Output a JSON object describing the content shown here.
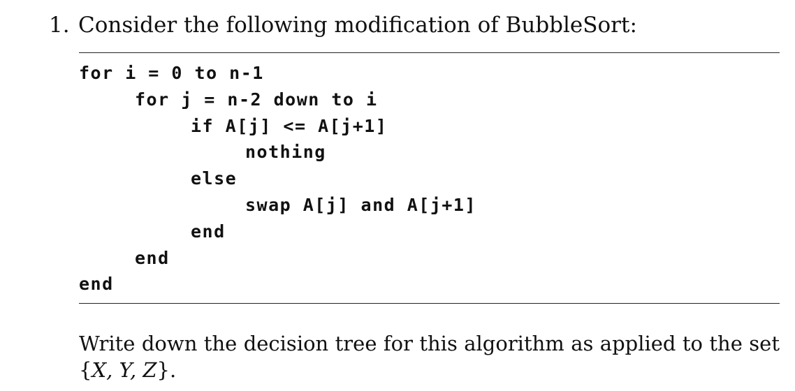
{
  "problem": {
    "number": "1.",
    "prompt": "Consider the following modification of BubbleSort:"
  },
  "code": {
    "lines": [
      {
        "indent": 0,
        "text": "for i = 0 to n-1"
      },
      {
        "indent": 1,
        "text": "for j = n-2 down to i"
      },
      {
        "indent": 2,
        "text": "if A[j] <= A[j+1]"
      },
      {
        "indent": 3,
        "text": "nothing"
      },
      {
        "indent": 2,
        "text": "else"
      },
      {
        "indent": 3,
        "text": "swap A[j] and A[j+1]"
      },
      {
        "indent": 2,
        "text": "end"
      },
      {
        "indent": 1,
        "text": "end"
      },
      {
        "indent": 0,
        "text": "end"
      }
    ]
  },
  "instruction": {
    "text": "Write down the decision tree for this algorithm as applied to the set",
    "set_open": "{",
    "set_body": "X, Y, Z",
    "set_close": "}",
    "terminator": "."
  }
}
